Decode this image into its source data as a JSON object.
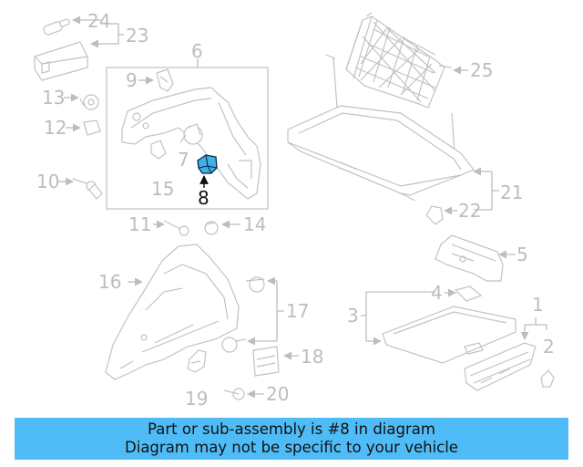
{
  "diagram": {
    "callouts": [
      "1",
      "2",
      "3",
      "4",
      "5",
      "6",
      "7",
      "8",
      "9",
      "10",
      "11",
      "12",
      "13",
      "14",
      "15",
      "16",
      "17",
      "18",
      "19",
      "20",
      "21",
      "22",
      "23",
      "24",
      "25"
    ],
    "highlighted_part": "8",
    "colors": {
      "banner": "#4fbcf7",
      "highlight_part": "#3fb1e6",
      "parts_linework": "#c2c2c2",
      "callout_text": "#bdbdbd",
      "highlight_text": "#111111"
    }
  },
  "banner": {
    "line1": "Part or sub-assembly is #8 in diagram",
    "line2": "Diagram may not be specific to your vehicle"
  }
}
